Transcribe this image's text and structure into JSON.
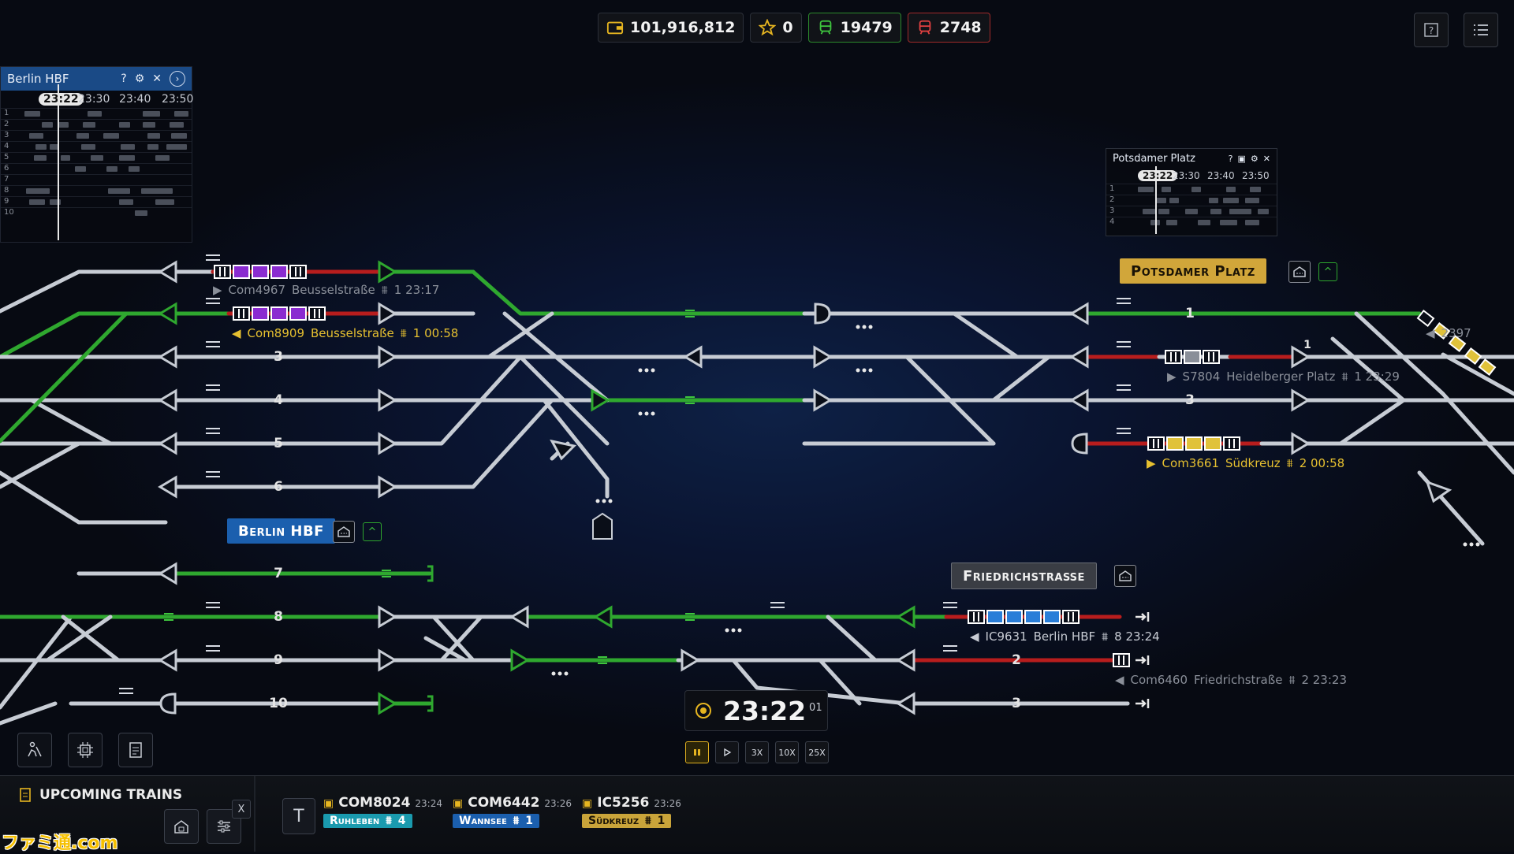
{
  "colors": {
    "green": "#2fa82f",
    "grey": "#c7ccd4",
    "red": "#b81d1d",
    "hbf_blue": "#1b5fae",
    "tag_gold": "#d1a63a",
    "purple": "#8a2bd0",
    "yellow_car": "#e0c23a",
    "blue_car": "#2a7ed8"
  },
  "stats": {
    "money": "101,916,812",
    "stars": "0",
    "trains_ok": "19479",
    "trains_late": "2748"
  },
  "icons": {
    "money": "wallet-icon",
    "stars": "star-icon",
    "trains_ok": "train-icon",
    "trains_late": "train-icon",
    "help": "help-icon",
    "menu": "list-menu-icon",
    "settings": "gear-icon",
    "close": "close-icon",
    "expand": "chevron-right-icon",
    "lock": "lock-icon"
  },
  "timetable_hbf": {
    "title": "Berlin HBF",
    "now": "23:22",
    "times": [
      "23:30",
      "23:40",
      "23:50"
    ],
    "rows": [
      "1",
      "2",
      "3",
      "4",
      "5",
      "6",
      "7",
      "8",
      "9",
      "10"
    ]
  },
  "timetable_pp": {
    "title": "Potsdamer Platz",
    "now": "23:22",
    "times": [
      "23:30",
      "23:40",
      "23:50"
    ],
    "rows": [
      "1",
      "2",
      "3",
      "4"
    ]
  },
  "stations": {
    "hbf": "Berlin HBF",
    "potsdamer": "Potsdamer Platz",
    "friedrich": "Friedrichstraße"
  },
  "track_numbers": {
    "hbf": [
      "3",
      "4",
      "5",
      "6",
      "7",
      "8",
      "9",
      "10"
    ],
    "pp": [
      "1",
      "1",
      "3"
    ],
    "fr": [
      "2",
      "3"
    ]
  },
  "trains": {
    "com4967": {
      "id": "Com4967",
      "dest": "Beusselstraße",
      "info": "1 23:17"
    },
    "com8909": {
      "id": "Com8909",
      "dest": "Beusselstraße",
      "info": "1 00:58"
    },
    "s7804": {
      "id": "S7804",
      "dest": "Heidelberger Platz",
      "info": "1 23:29"
    },
    "com3661": {
      "id": "Com3661",
      "dest": "Südkreuz",
      "info": "2 00:58"
    },
    "ic9631": {
      "id": "IC9631",
      "dest": "Berlin HBF",
      "info": "8 23:24"
    },
    "com6460": {
      "id": "Com6460",
      "dest": "Friedrichstraße",
      "info": "2 23:23"
    },
    "edge_id": "2397"
  },
  "clock": {
    "time": "23:22",
    "seconds": "01",
    "speeds": [
      "3X",
      "10X",
      "25X"
    ]
  },
  "upcoming": {
    "title": "UPCOMING TRAINS",
    "close": "X",
    "filter_label": "T",
    "trains": [
      {
        "id": "COM8024",
        "time": "23:24",
        "dest": "Ruhleben",
        "platform": "4",
        "color": "#1a9aae"
      },
      {
        "id": "COM6442",
        "time": "23:26",
        "dest": "Wannsee",
        "platform": "1",
        "color": "#1b5fae"
      },
      {
        "id": "IC5256",
        "time": "23:26",
        "dest": "Südkreuz",
        "platform": "1",
        "color": "#c9a43a"
      }
    ]
  },
  "watermark": "ファミ通.com"
}
